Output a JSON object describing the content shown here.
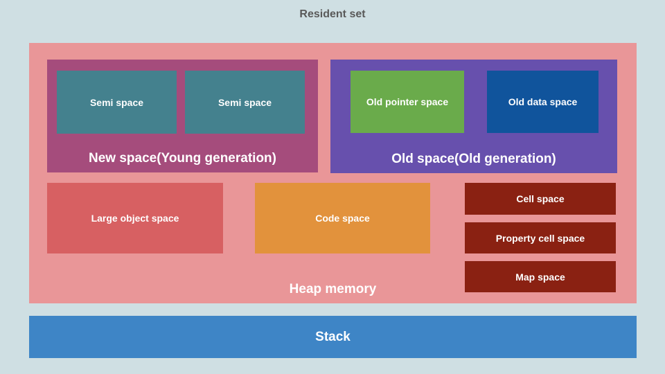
{
  "title": "Resident set",
  "colors": {
    "background": "#cfdfe3",
    "heap": "#e99698",
    "new_space": "#a54c7c",
    "semi_space": "#44818e",
    "old_space": "#6750ad",
    "old_pointer_space": "#6aab4b",
    "old_data_space": "#10549c",
    "large_object_space": "#d76062",
    "code_space": "#e2923c",
    "small_space": "#8a2112",
    "stack": "#3e85c6",
    "title_text": "#595959",
    "box_text": "#ffffff"
  },
  "heap": {
    "label": "Heap memory",
    "new_space": {
      "label": "New space(Young generation)",
      "semi_spaces": [
        "Semi space",
        "Semi space"
      ]
    },
    "old_space": {
      "label": "Old space(Old generation)",
      "old_pointer_space": "Old pointer space",
      "old_data_space": "Old data space"
    },
    "large_object_space": "Large object space",
    "code_space": "Code space",
    "side_column": [
      "Cell space",
      "Property cell space",
      "Map space"
    ]
  },
  "stack": {
    "label": "Stack"
  }
}
